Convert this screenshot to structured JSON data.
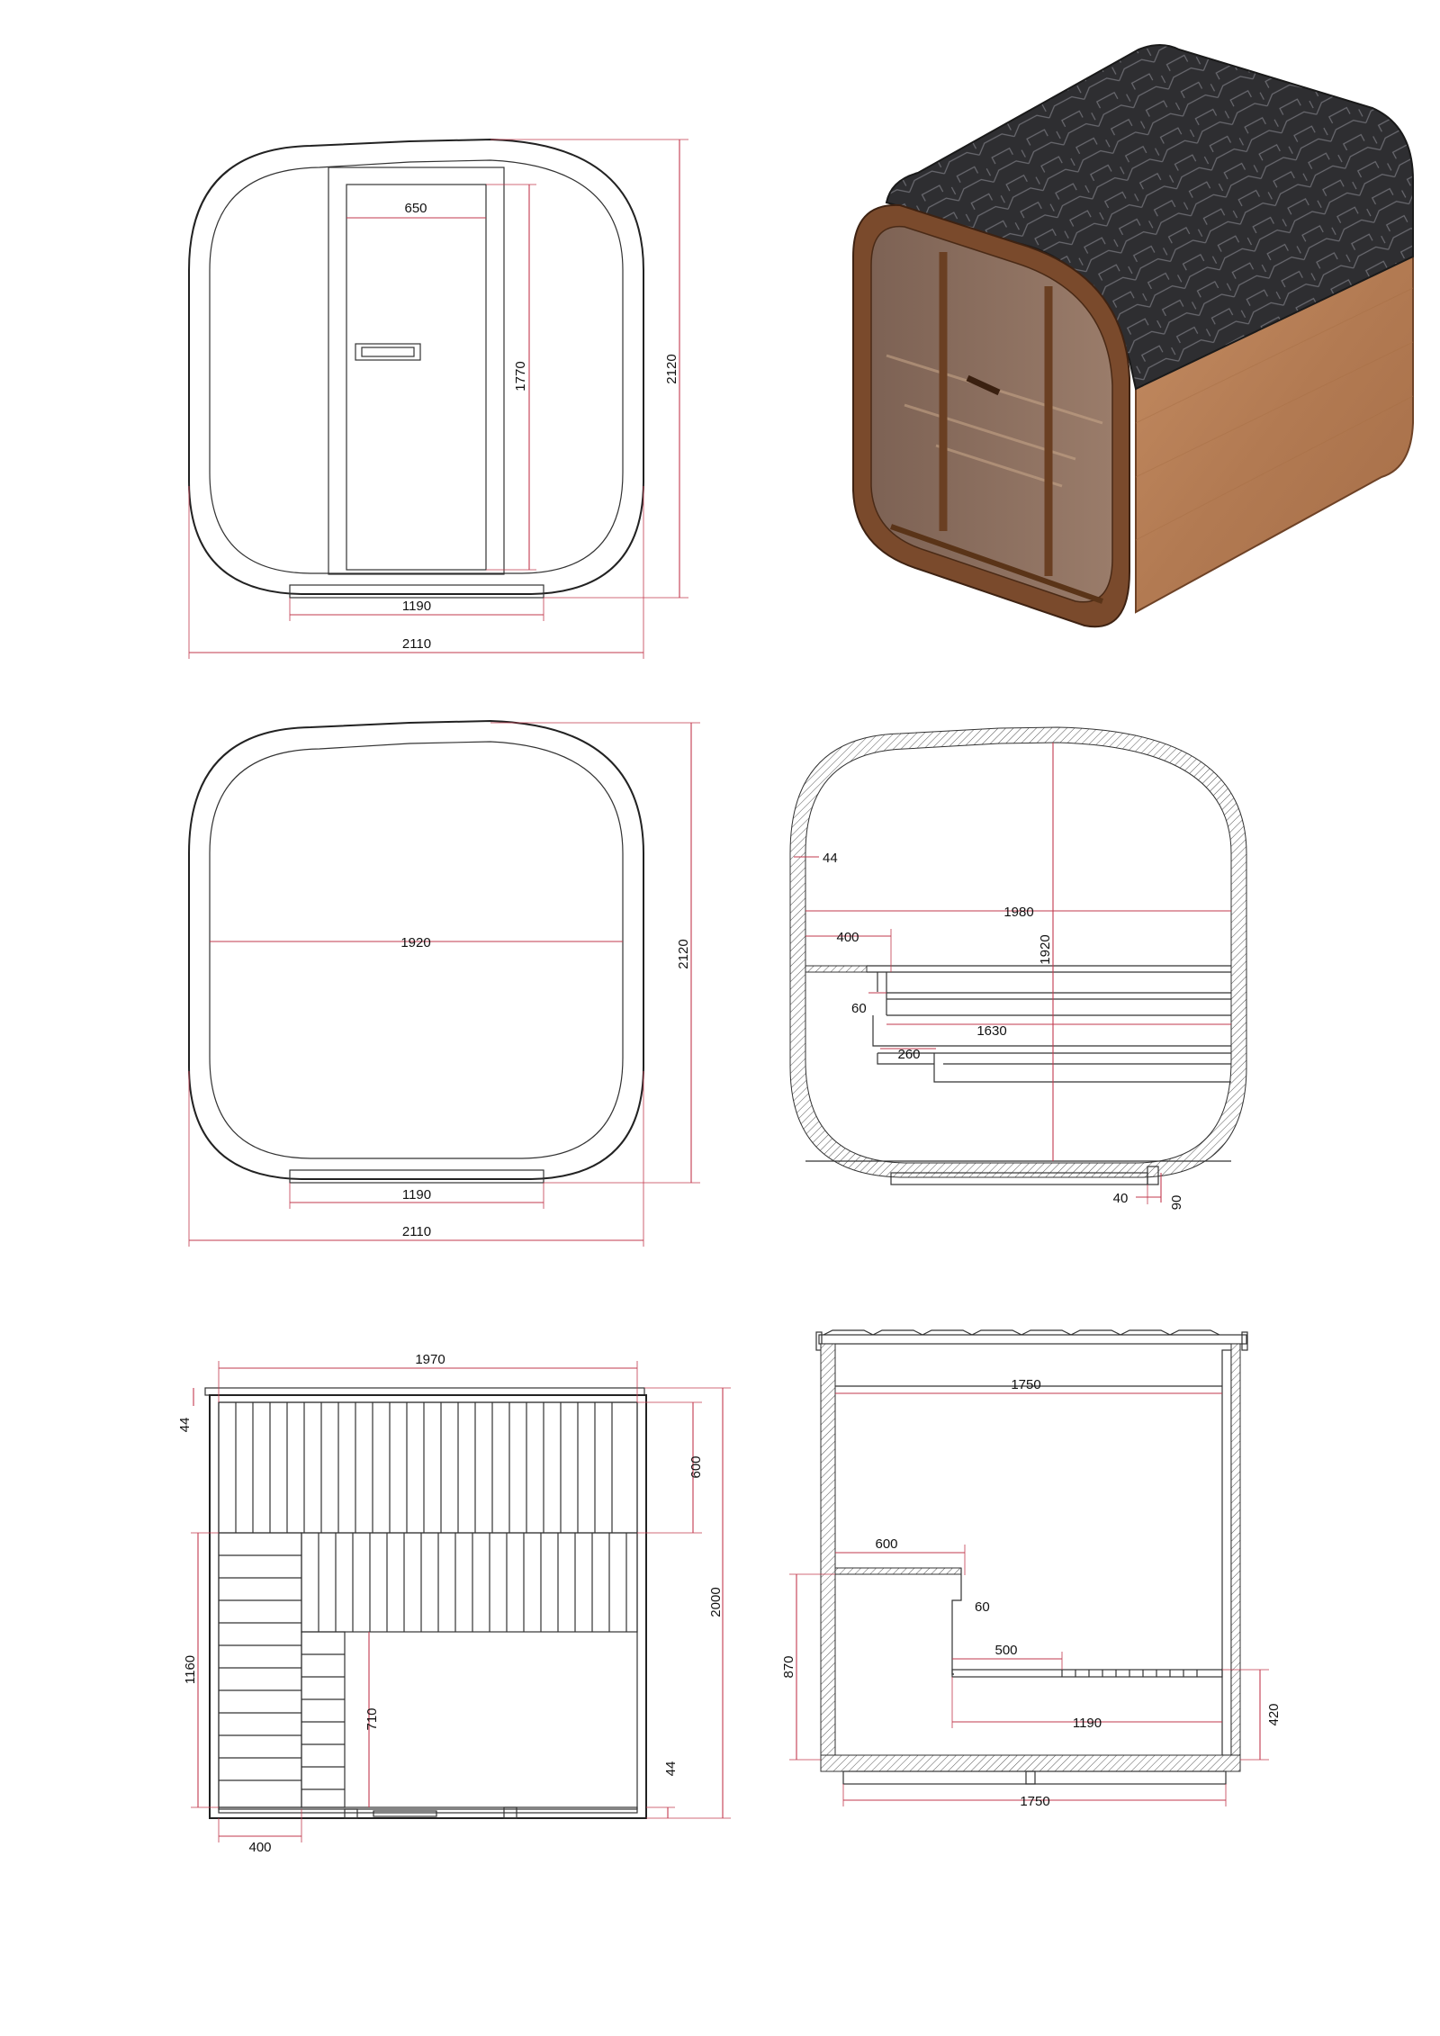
{
  "colors": {
    "outline": "#222222",
    "dimension": "#c23a4e",
    "roof": "#2b2b2d",
    "wood": "#b8805a",
    "wood_dark": "#7a4a2c",
    "glass": "#8c7060"
  },
  "front_view": {
    "door_width": "650",
    "door_height": "1770",
    "overall_height": "2120",
    "base_width": "1190",
    "overall_width": "2110"
  },
  "back_view": {
    "inner_width": "1920",
    "overall_height": "2120",
    "base_width": "1190",
    "overall_width": "2110"
  },
  "section_front": {
    "wall": "44",
    "inner_width": "1980",
    "inner_height": "1920",
    "upper_step": "400",
    "step_height": "60",
    "bench_length": "1630",
    "lower_step": "260",
    "foot_width": "40",
    "foot_height": "90"
  },
  "plan_view": {
    "overall_width": "1970",
    "wall_top": "44",
    "upper_bench_depth": "600",
    "overall_depth": "2000",
    "side_bench_length": "1160",
    "lower_bench_depth": "710",
    "wall_bottom": "44",
    "side_bench_width": "400"
  },
  "section_side": {
    "inner_length": "1750",
    "upper_bench_depth": "600",
    "step_height": "60",
    "upper_bench_height": "870",
    "lower_bench_depth": "500",
    "floor_length": "1190",
    "lower_bench_height": "420",
    "base_length": "1750"
  }
}
